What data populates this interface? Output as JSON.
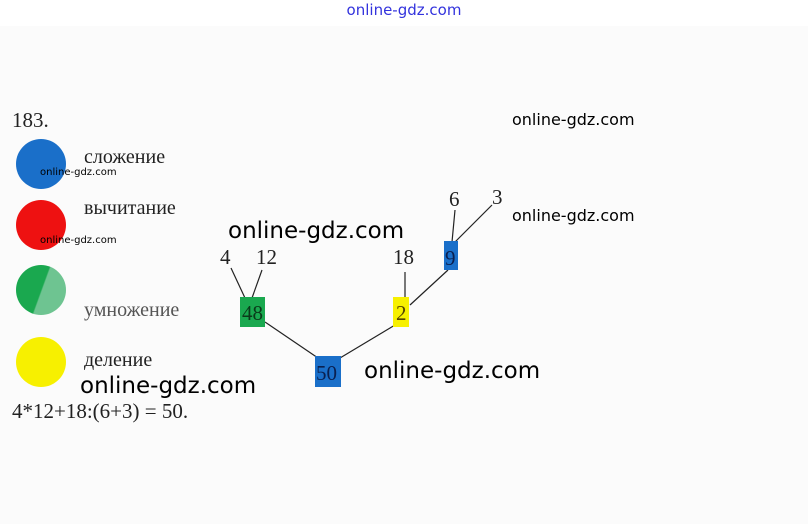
{
  "header": {
    "site_link": "online-gdz.com"
  },
  "problem": {
    "number": "183."
  },
  "legend": [
    {
      "label": "сложение",
      "color": "#1a6fc9"
    },
    {
      "label": "вычитание",
      "color": "#ee1111"
    },
    {
      "label": "умножение",
      "color": "#1aa84f"
    },
    {
      "label": "деление",
      "color": "#f7f000"
    }
  ],
  "tree": {
    "leaves": {
      "a": "4",
      "b": "12",
      "c": "18",
      "d": "6",
      "e": "3"
    },
    "nodes": {
      "mult": "48",
      "div": "2",
      "add_inner": "9",
      "result": "50"
    }
  },
  "equation": "4*12+18:(6+3) = 50.",
  "watermarks": [
    "online-gdz.com",
    "online-gdz.com",
    "online-gdz.com",
    "online-gdz.com",
    "online-gdz.com",
    "online-gdz.com",
    "online-gdz.com"
  ],
  "colors": {
    "blue": "#1a6fc9",
    "green": "#1aa84f",
    "yellow": "#f7f000",
    "red": "#ee1111",
    "link": "#3333dd"
  }
}
